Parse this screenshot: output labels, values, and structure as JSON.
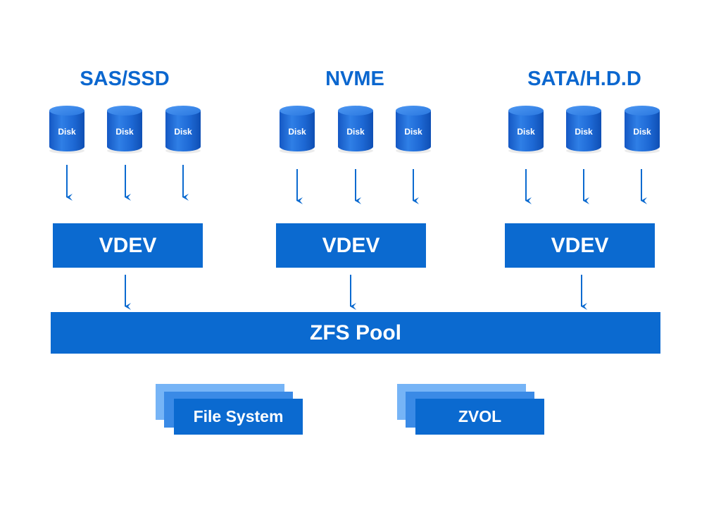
{
  "diagram": {
    "colors": {
      "primary": "#0b6ad0",
      "title": "#0b67cf",
      "layer_light": "#76b4f6",
      "layer_mid": "#3a8ae6",
      "disk_body": "#1f6fd8",
      "disk_top": "#3d8bf0"
    },
    "groups": [
      {
        "title": "SAS/SSD",
        "disks": [
          "Disk",
          "Disk",
          "Disk"
        ],
        "vdev_label": "VDEV"
      },
      {
        "title": "NVME",
        "disks": [
          "Disk",
          "Disk",
          "Disk"
        ],
        "vdev_label": "VDEV"
      },
      {
        "title": "SATA/H.D.D",
        "disks": [
          "Disk",
          "Disk",
          "Disk"
        ],
        "vdev_label": "VDEV"
      }
    ],
    "pool_label": "ZFS Pool",
    "datasets": [
      {
        "label": "File System",
        "icon": "stacked-layers-icon"
      },
      {
        "label": "ZVOL",
        "icon": "stacked-layers-icon"
      }
    ],
    "edges": [
      {
        "from": "SAS/SSD disks",
        "to": "VDEV 1"
      },
      {
        "from": "NVME disks",
        "to": "VDEV 2"
      },
      {
        "from": "SATA/H.D.D disks",
        "to": "VDEV 3"
      },
      {
        "from": "VDEV 1",
        "to": "ZFS Pool"
      },
      {
        "from": "VDEV 2",
        "to": "ZFS Pool"
      },
      {
        "from": "VDEV 3",
        "to": "ZFS Pool"
      }
    ]
  }
}
